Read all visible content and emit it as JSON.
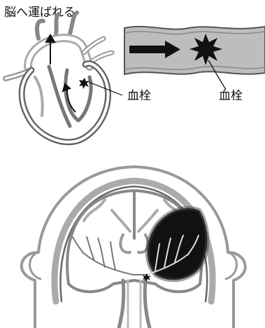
{
  "labels": {
    "heart_caption": "脳へ運ばれる",
    "clot_heart": "血栓",
    "clot_vessel": "血栓"
  },
  "colors": {
    "stroke": "#555555",
    "vessel_fill": "#bdbdbd",
    "dark": "#111111",
    "light_fill": "#ffffff"
  }
}
